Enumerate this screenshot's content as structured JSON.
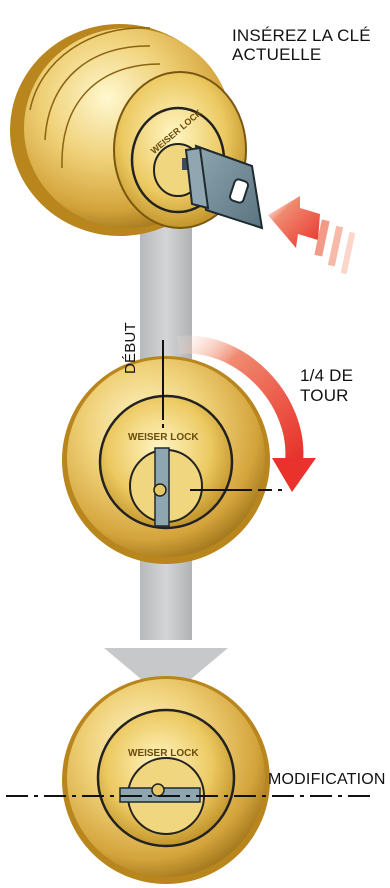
{
  "labels": {
    "insert_key": "INSÉREZ LA CLÉ ACTUELLE",
    "quarter_turn": "1/4 DE TOUR",
    "start": "DÉBUT",
    "modification": "MODIFICATION"
  },
  "brand": {
    "lock_logo_text": "WEISER LOCK"
  },
  "colors": {
    "brass_light": "#fbeeae",
    "brass_mid": "#e9c75a",
    "brass_dark": "#b8861c",
    "key_gray": "#6f8a96",
    "arrow_red": "#e8322b",
    "shaft_gray": "#c2c4c6"
  },
  "icons": {
    "insert_arrow": "arrow-right-icon",
    "turn_arrow": "curved-arrow-icon",
    "down_arrow": "arrow-down-icon"
  }
}
